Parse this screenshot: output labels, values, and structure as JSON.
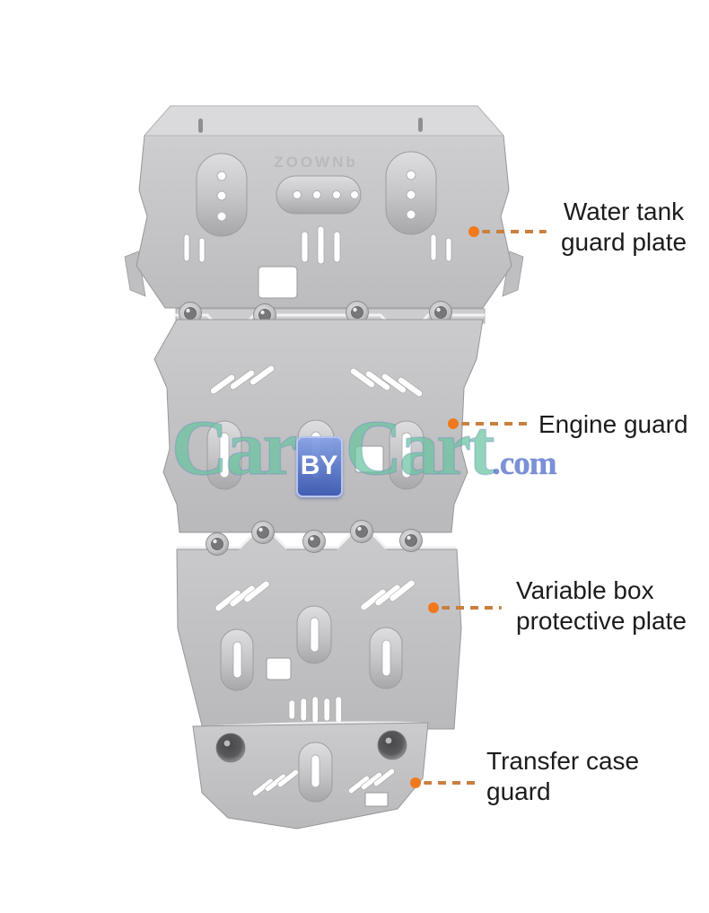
{
  "watermark": {
    "part1": "Car",
    "badge": "BY",
    "part2": "Cart",
    "suffix": ".com"
  },
  "product": {
    "embossed_text": "ZOOWNb"
  },
  "annotations": {
    "water_tank": {
      "label": "Water tank\nguard plate"
    },
    "engine": {
      "label": "Engine guard"
    },
    "variable_box": {
      "label": "Variable box\nprotective plate"
    },
    "transfer_case": {
      "label": "Transfer case\nguard"
    }
  },
  "colors": {
    "background": "#ffffff",
    "label_text": "#1c1c1c",
    "leader_dash": "#c9803f",
    "leader_dot": "#f0791d",
    "plate_gray": "#c6c6c8",
    "plate_flange": "#d9d9db",
    "slot_white": "#ffffff",
    "watermark_green": "#68c49e",
    "watermark_blue": "#4967c6"
  }
}
